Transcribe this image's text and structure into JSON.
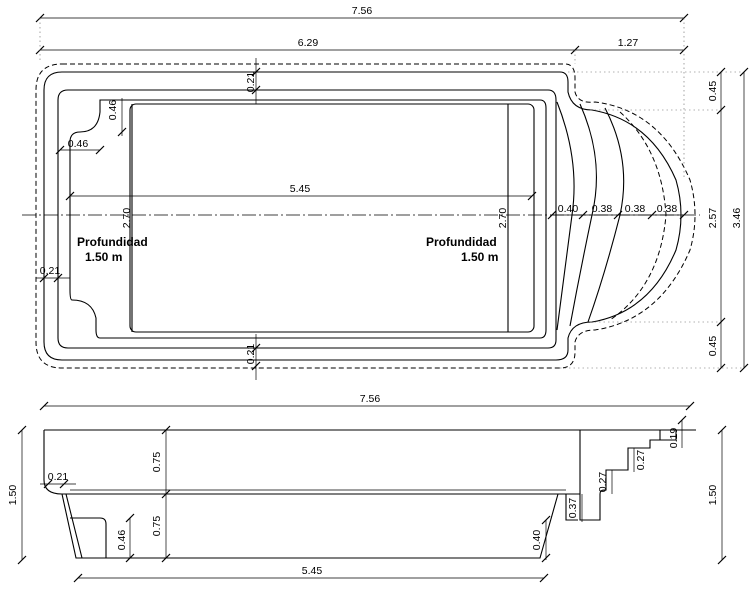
{
  "plan": {
    "overall_length": "7.56",
    "body_length": "6.29",
    "stairs_length": "1.27",
    "top_wall": "0.21",
    "bottom_wall": "0.21",
    "side_wall": "0.21",
    "corner_radius_v": "0.46",
    "corner_radius_h": "0.46",
    "floor_length": "5.45",
    "floor_width_left": "2.70",
    "floor_width_right": "2.70",
    "step_1": "0.40",
    "step_2": "0.38",
    "step_3": "0.38",
    "step_4": "0.38",
    "top_offset": "0.45",
    "inner_width": "2.57",
    "bottom_offset": "0.45",
    "total_width": "3.46",
    "depth_label_left": "Profundidad",
    "depth_value_left": "1.50 m",
    "depth_label_right": "Profundidad",
    "depth_value_right": "1.50 m"
  },
  "section": {
    "overall_length": "7.56",
    "depth_left": "1.50",
    "depth_right": "1.50",
    "lip": "0.21",
    "upper_depth": "0.75",
    "lower_depth": "0.75",
    "bench_height": "0.46",
    "floor_length": "5.45",
    "floor_step": "0.40",
    "riser_1": "0.37",
    "riser_2": "0.27",
    "riser_3": "0.27",
    "riser_4": "0.19"
  }
}
